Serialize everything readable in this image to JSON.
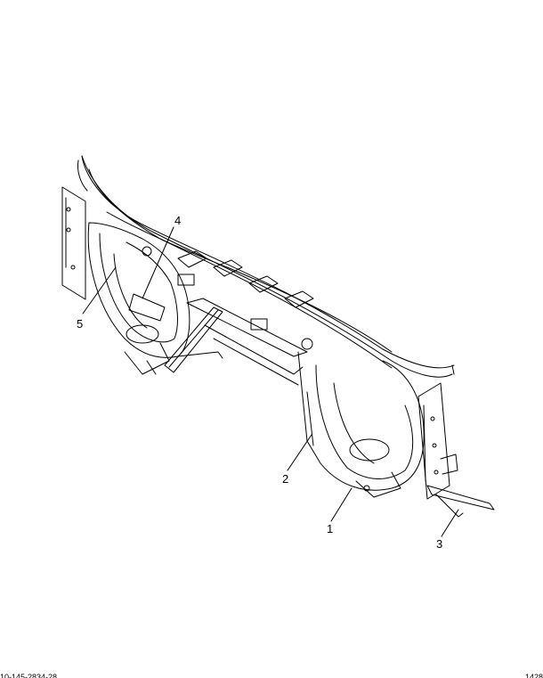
{
  "callouts": [
    {
      "id": "1",
      "label": "1"
    },
    {
      "id": "2",
      "label": "2"
    },
    {
      "id": "3",
      "label": "3"
    },
    {
      "id": "4",
      "label": "4"
    },
    {
      "id": "5",
      "label": "5"
    }
  ],
  "footer": {
    "left": "10-145-2834-28",
    "right": "1428"
  },
  "colors": {
    "line": "#000000",
    "background": "#ffffff"
  }
}
